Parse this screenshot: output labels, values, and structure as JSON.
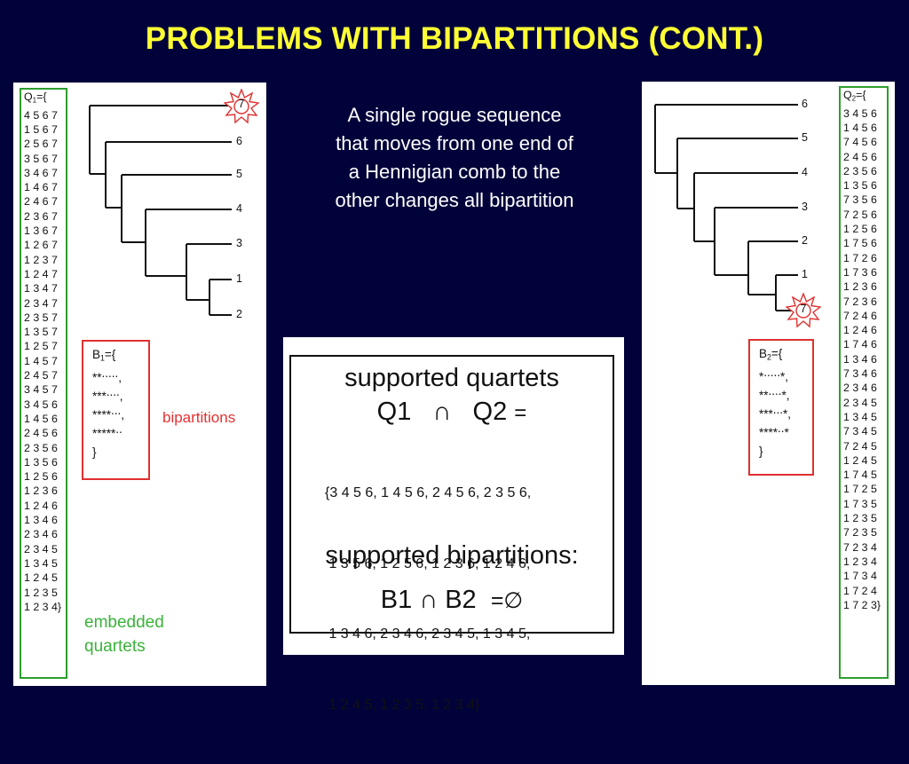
{
  "title": "PROBLEMS WITH BIPARTITIONS (CONT.)",
  "caption_lines": [
    "A single rogue sequence",
    "that moves from one end of",
    "a Hennigian comb to the",
    "other changes all bipartition"
  ],
  "left": {
    "q_label": "Q",
    "q_sub": "1",
    "q_suffix": "={",
    "quartets": [
      "4 5 6 7",
      "1 5 6 7",
      "2 5 6 7",
      "3 5 6 7",
      "3 4 6 7",
      "1 4 6 7",
      "2 4 6 7",
      "2 3 6 7",
      "1 3 6 7",
      "1 2 6 7",
      "1 2 3 7",
      "1 2 4 7",
      "1 3 4 7",
      "2 3 4 7",
      "2 3 5 7",
      "1 3 5 7",
      "1 2 5 7",
      "1 4 5 7",
      "2 4 5 7",
      "3 4 5 7",
      "3 4 5 6",
      "1 4 5 6",
      "2 4 5 6",
      "2 3 5 6",
      "1 3 5 6",
      "1 2 5 6",
      "1 2 3 6",
      "1 2 4 6",
      "1 3 4 6",
      "2 3 4 6",
      "2 3 4 5",
      "1 3 4 5",
      "1 2 4 5",
      "1 2 3 5",
      "1 2 3 4}"
    ],
    "tree_leaves": [
      "7",
      "6",
      "5",
      "4",
      "3",
      "1",
      "2"
    ],
    "b_label": "B",
    "b_sub": "1",
    "b_suffix": "={",
    "b_lines": [
      {
        "stars": "**",
        "dots": ".....",
        "tail": ","
      },
      {
        "stars": "***",
        "dots": "....",
        "tail": ","
      },
      {
        "stars": "****",
        "dots": "...",
        "tail": ","
      },
      {
        "stars": "*****",
        "dots": "..",
        "tail": ""
      }
    ],
    "b_close": "}"
  },
  "right": {
    "q_label": "Q",
    "q_sub": "2",
    "q_suffix": "={",
    "quartets": [
      "3 4 5 6",
      "1 4 5 6",
      "7 4 5 6",
      "2 4 5 6",
      "2 3 5 6",
      "1 3 5 6",
      "7 3 5 6",
      "7 2 5 6",
      "1 2 5 6",
      "1 7 5 6",
      "1 7 2 6",
      "1 7 3 6",
      "1 2 3 6",
      "7 2 3 6",
      "7 2 4 6",
      "1 2 4 6",
      "1 7 4 6",
      "1 3 4 6",
      "7 3 4 6",
      "2 3 4 6",
      "2 3 4 5",
      "1 3 4 5",
      "7 3 4 5",
      "7 2 4 5",
      "1 2 4 5",
      "1 7 4 5",
      "1 7 2 5",
      "1 7 3 5",
      "1 2 3 5",
      "7 2 3 5",
      "7 2 3 4",
      "1 2 3 4",
      "1 7 3 4",
      "1 7 2 4",
      "1 7 2 3}"
    ],
    "tree_leaves": [
      "6",
      "5",
      "4",
      "3",
      "2",
      "1",
      "7"
    ],
    "b_label": "B",
    "b_sub": "2",
    "b_suffix": "={",
    "b_lines": [
      {
        "stars": "*",
        "dots": ".....",
        "tail": "*,"
      },
      {
        "stars": "**",
        "dots": "....",
        "tail": "*,"
      },
      {
        "stars": "***",
        "dots": "...",
        "tail": "*,"
      },
      {
        "stars": "****",
        "dots": "..",
        "tail": "*"
      }
    ],
    "b_close": "}"
  },
  "labels": {
    "bipartitions": "bipartitions",
    "embedded_line1": "embedded",
    "embedded_line2": "quartets"
  },
  "supported": {
    "heading1": "supported quartets",
    "q1": "Q1",
    "cap": "∩",
    "q2": "Q2",
    "eq": "=",
    "list_lines": [
      "{3 4 5 6, 1 4 5 6, 2 4 5 6, 2 3 5 6,",
      " 1 3 5 6, 1 2 5 6, 1 2 3 6, 1 2 4 6,",
      " 1 3 4 6, 2 3 4 6, 2 3 4 5, 1 3 4 5,",
      " 1 2 4 5, 1 2 3 5, 1 2 3 4}"
    ],
    "heading2": "supported bipartitions:",
    "b1": "B1",
    "b2": "B2",
    "eq_empty": "=∅"
  },
  "colors": {
    "background": "#01023a",
    "title": "#ffff33",
    "quartet_border": "#2e9e2e",
    "bipartition_border": "#e03030"
  }
}
